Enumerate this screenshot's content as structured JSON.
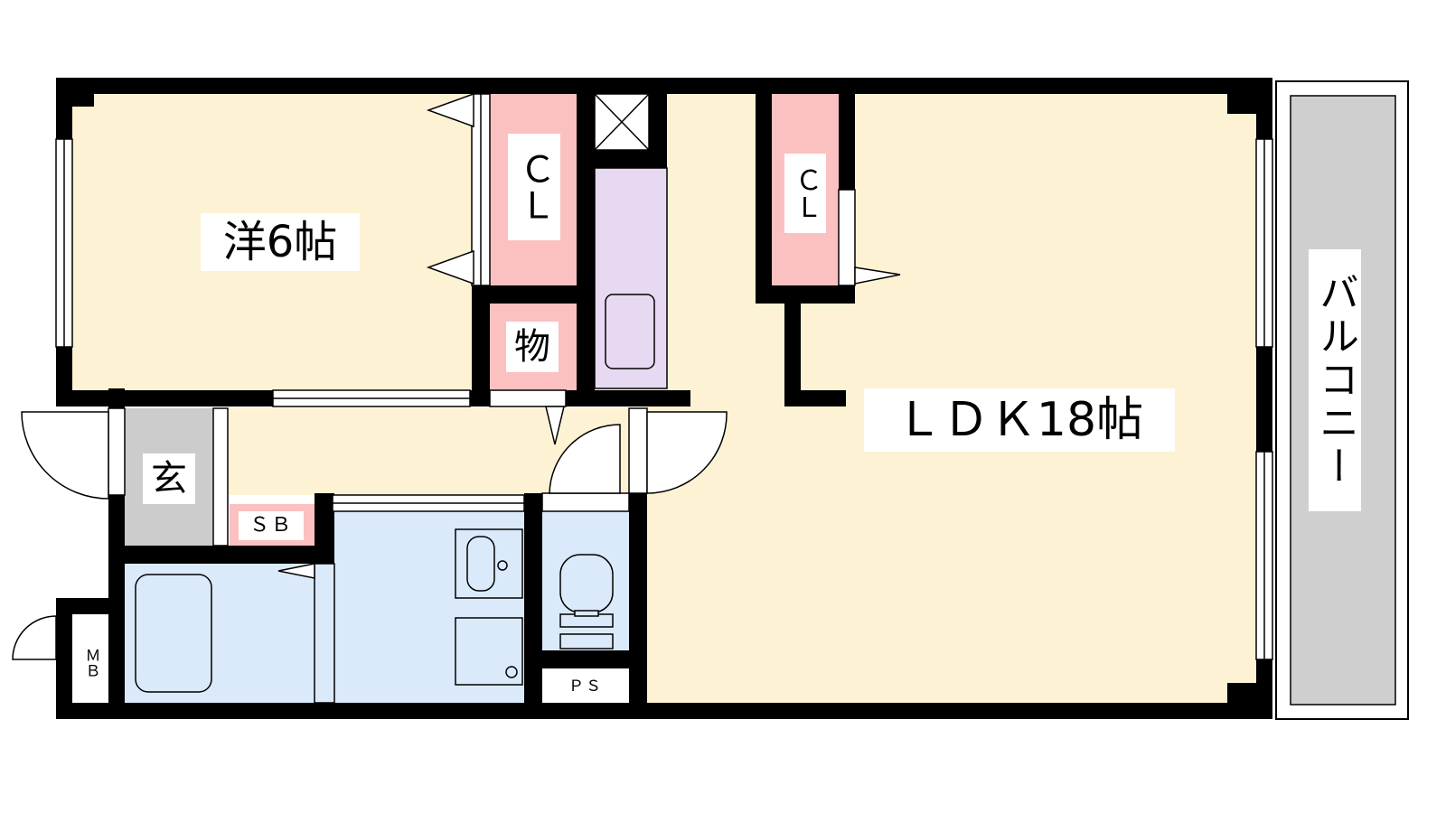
{
  "rooms": {
    "western": "洋6帖",
    "ldk": "ＬＤＫ18帖",
    "balcony": "バルコニー",
    "closet_a": "ＣＬ",
    "closet_b": "ＣＬ",
    "storage": "物",
    "genkan": "玄",
    "shoe_box": "ＳＢ",
    "meter_box": "ＭＢ",
    "pipe_space": "ＰＳ"
  },
  "colors": {
    "living": "#fdf2d4",
    "closet": "#fbc0c0",
    "wet": "#dbeafb",
    "entry": "#cccccc",
    "kitchen": "#e8d9f2",
    "balcony": "#cfcfcf",
    "wall": "#000000"
  }
}
